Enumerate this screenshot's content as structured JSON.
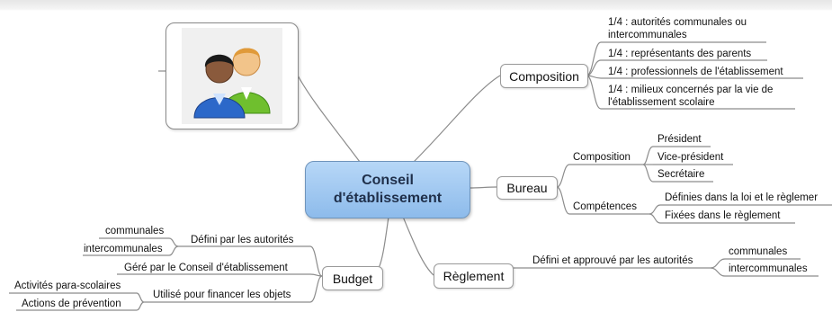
{
  "central": {
    "line1": "Conseil",
    "line2": "d'établissement"
  },
  "composition": {
    "label": "Composition",
    "items": [
      "1/4 : autorités communales ou intercommunales",
      "1/4 : représentants des parents",
      "1/4 : professionnels de l'établissement",
      "1/4 : milieux concernés par la vie de l'établissement scolaire"
    ]
  },
  "bureau": {
    "label": "Bureau",
    "composition": {
      "label": "Composition",
      "items": [
        "Président",
        "Vice-président",
        "Secrétaire"
      ]
    },
    "competences": {
      "label": "Compétences",
      "items": [
        "Définies dans la loi et le règlemer",
        "Fixées dans le règlement"
      ]
    }
  },
  "reglement": {
    "label": "Règlement",
    "defined": {
      "label": "Défini et approuvé par les autorités",
      "items": [
        "communales",
        "intercommunales"
      ]
    }
  },
  "budget": {
    "label": "Budget",
    "defined": {
      "label": "Défini par les autorités",
      "items": [
        "communales",
        "intercommunales"
      ]
    },
    "managed": "Géré par le Conseil d'établissement",
    "used": {
      "label": "Utilisé pour financer les objets",
      "items": [
        "Activités para-scolaires",
        "Actions de prévention"
      ]
    }
  },
  "image": {
    "icon": "people-icon"
  },
  "colors": {
    "central_fill": "#9cc6f0",
    "line": "#8c8c8c",
    "text": "#111111"
  }
}
